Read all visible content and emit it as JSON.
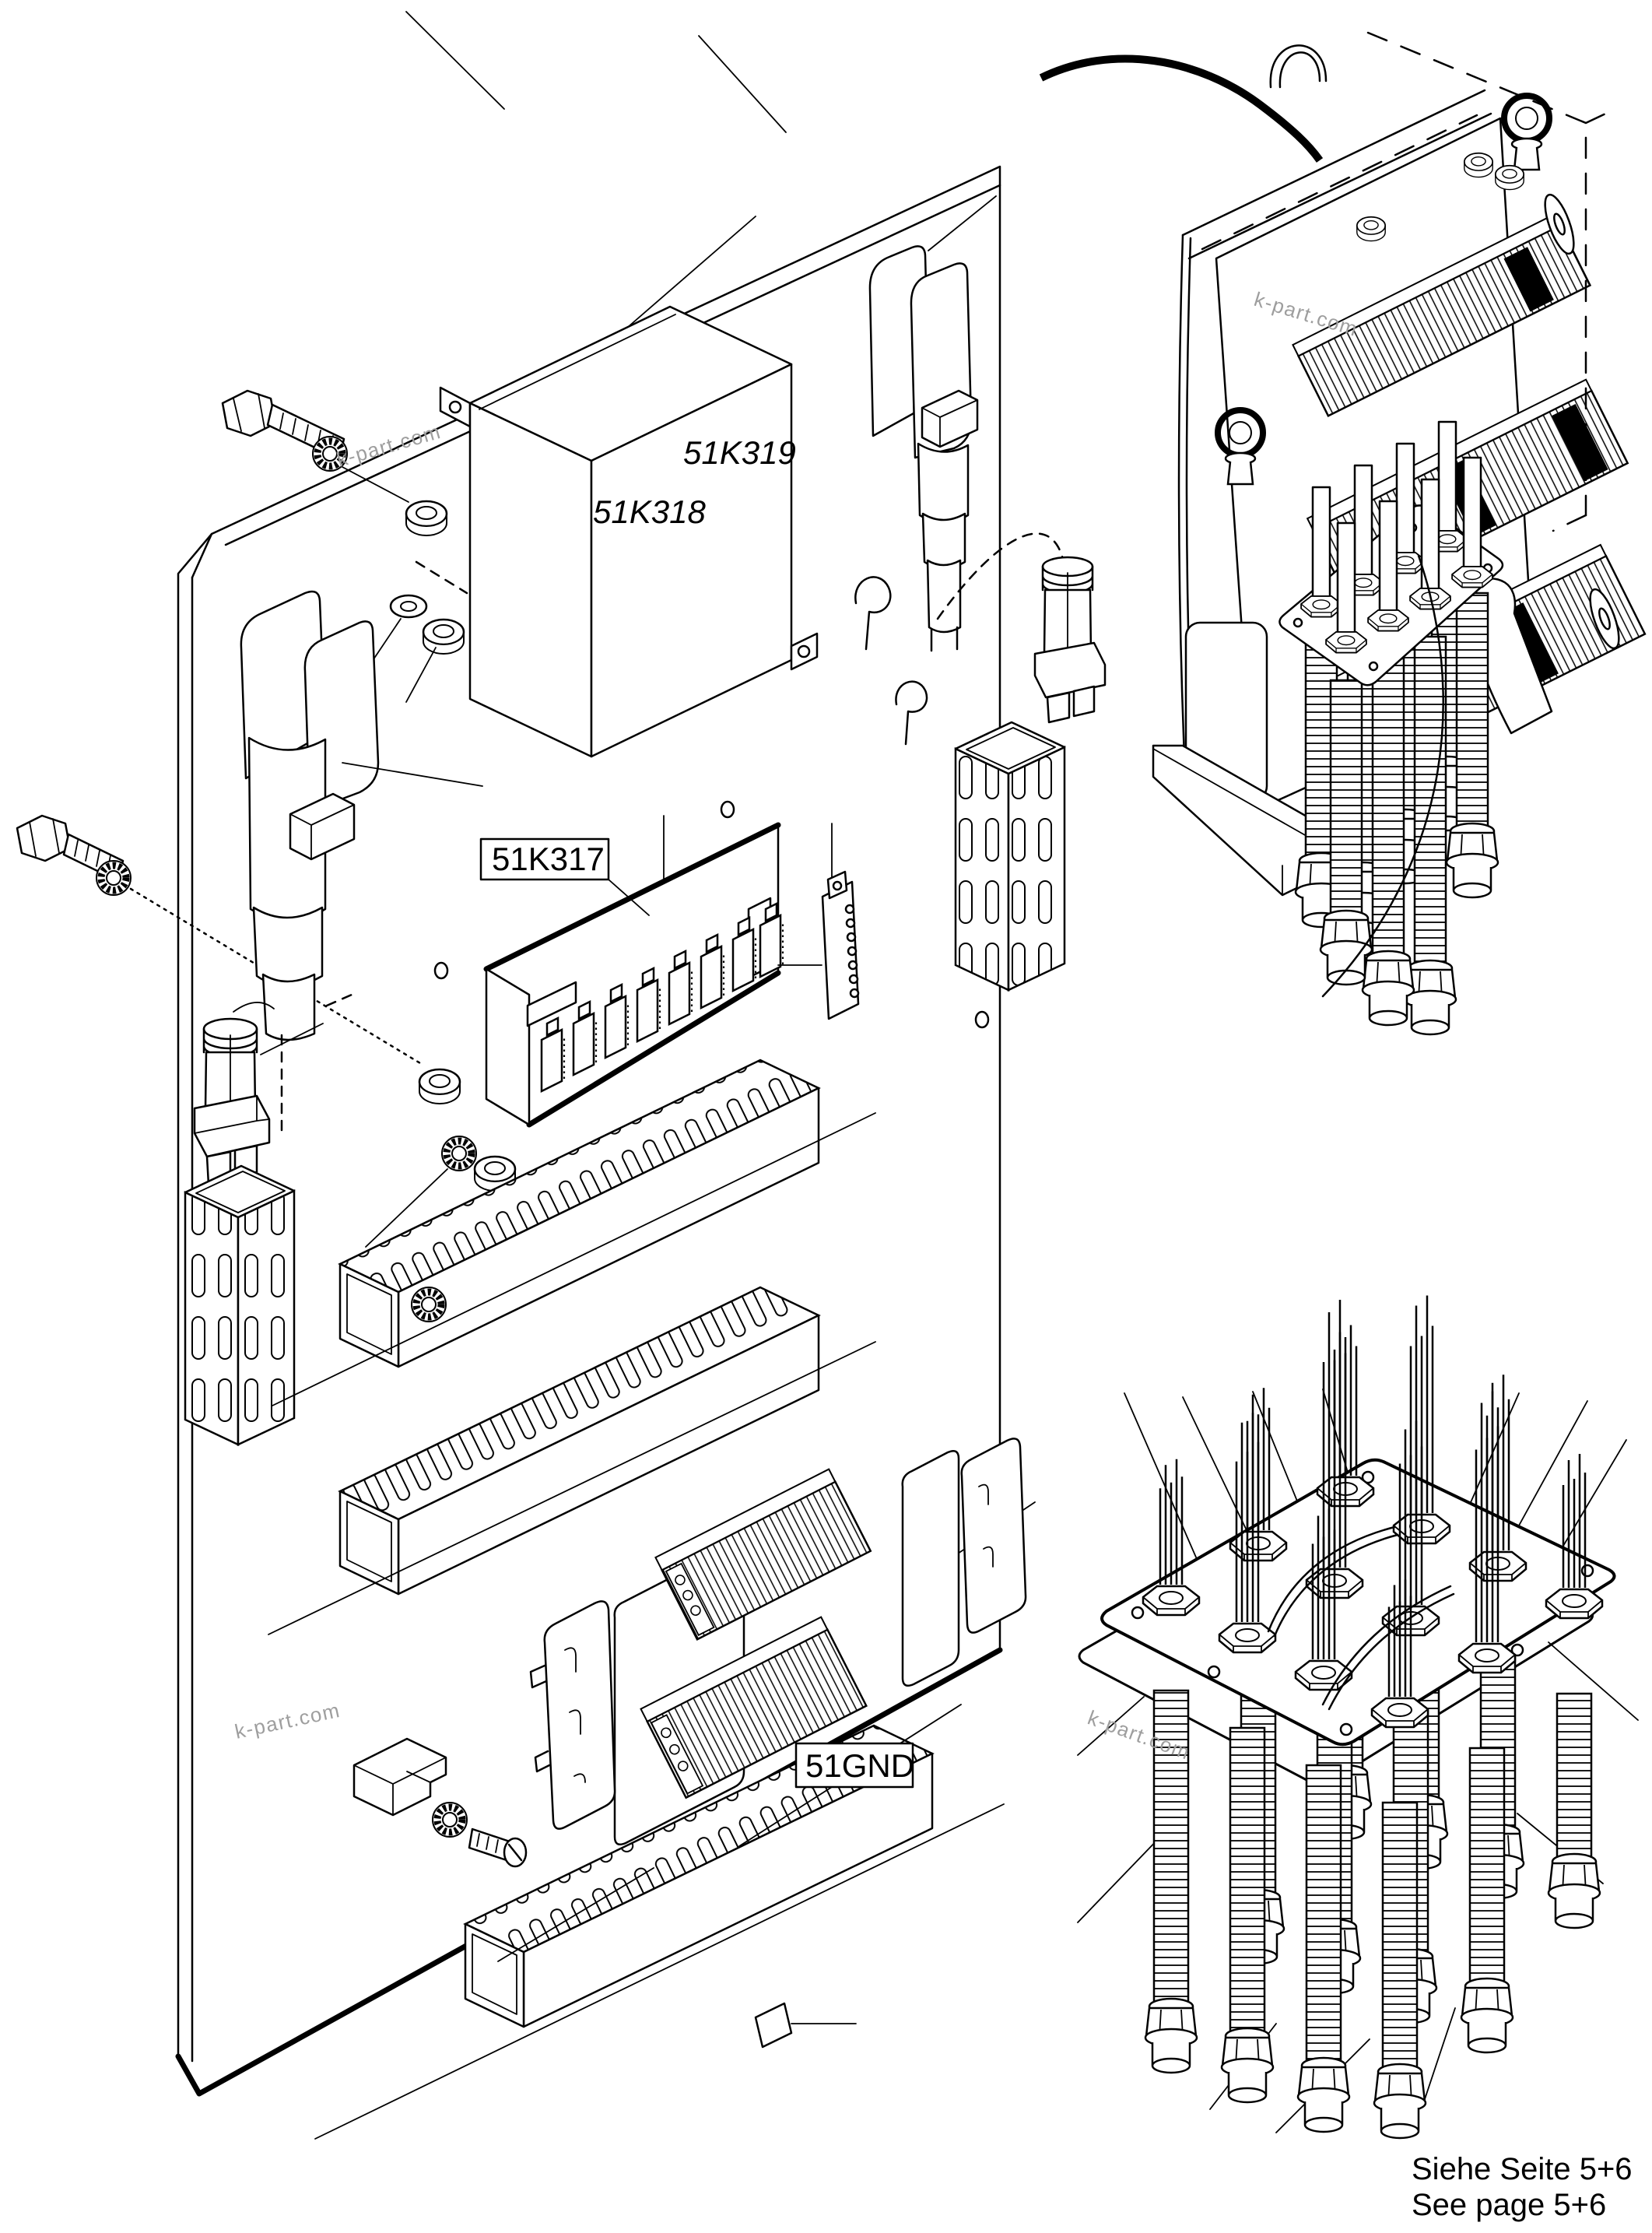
{
  "page": {
    "background": "#ffffff",
    "line_color": "#000000",
    "watermark_color": "#9e9e9e"
  },
  "labels": {
    "k319": "51K319",
    "k318": "51K318",
    "k317": "51K317",
    "gnd": "51GND"
  },
  "note": {
    "de": "Siehe Seite 5+6",
    "en": "See page 5+6"
  },
  "watermarks": [
    {
      "text": "k-part.com"
    },
    {
      "text": "k-part.com"
    },
    {
      "text": "k-part.com"
    },
    {
      "text": "k-part.com"
    }
  ]
}
